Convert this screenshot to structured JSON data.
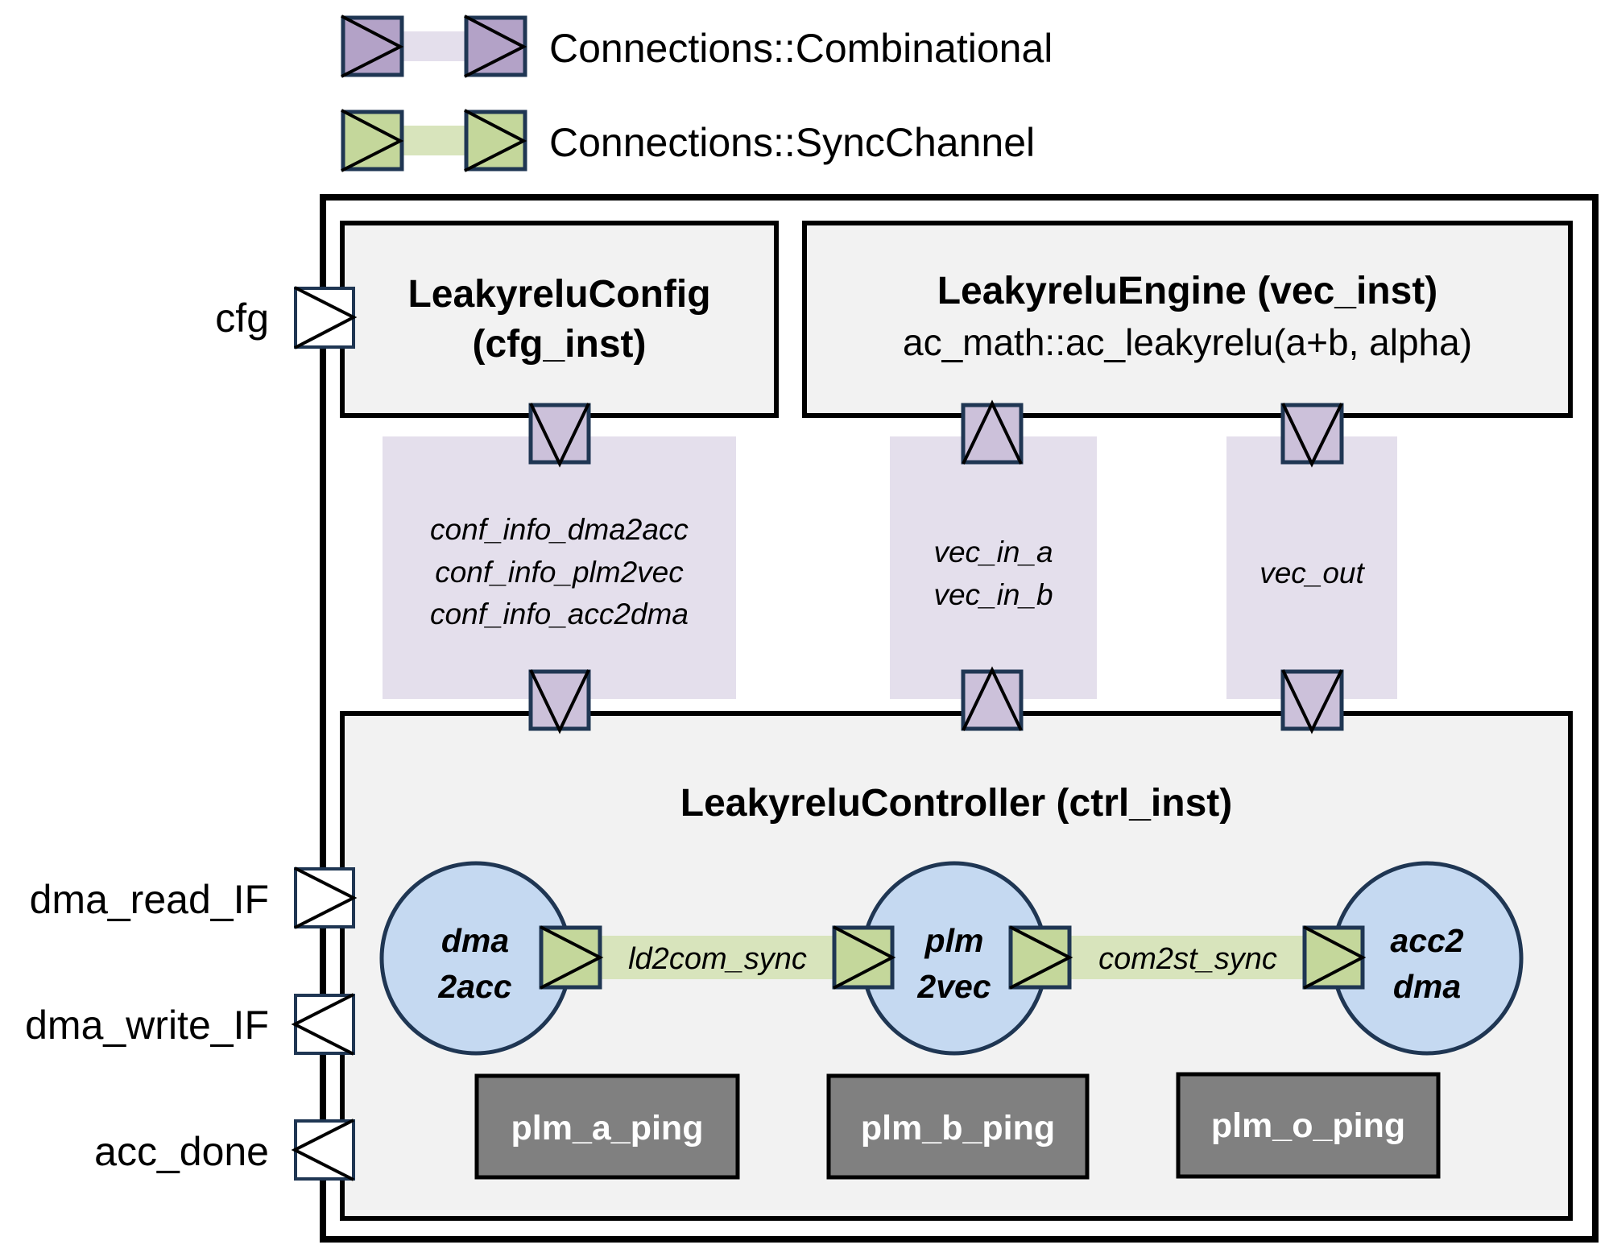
{
  "colors": {
    "combinational_port": "#ccc1da",
    "combinational_legend_port": "#b3a2c7",
    "combinational_channel": "#e4dfec",
    "sync_port": "#c4d79b",
    "sync_channel": "#d8e4bc",
    "module_fill": "#f2f2f2",
    "process_fill": "#c5d9f1",
    "memory_fill": "#808080",
    "port_border": "#1f3653"
  },
  "legend": [
    {
      "kind": "combinational",
      "label": "Connections::Combinational"
    },
    {
      "kind": "sync",
      "label": "Connections::SyncChannel"
    }
  ],
  "top_ports": [
    {
      "label": "cfg",
      "direction": "in"
    },
    {
      "label": "dma_read_IF",
      "direction": "in"
    },
    {
      "label": "dma_write_IF",
      "direction": "out"
    },
    {
      "label": "acc_done",
      "direction": "out"
    }
  ],
  "modules": {
    "config": {
      "title_line1": "LeakyreluConfig",
      "title_line2": "(cfg_inst)"
    },
    "engine": {
      "title": "LeakyreluEngine (vec_inst)",
      "subtitle": "ac_math::ac_leakyrelu(a+b, alpha)"
    },
    "controller": {
      "title": "LeakyreluController (ctrl_inst)"
    }
  },
  "channels": {
    "config_channel": {
      "lines": [
        "conf_info_dma2acc",
        "conf_info_plm2vec",
        "conf_info_acc2dma"
      ],
      "direction": "down"
    },
    "vec_in_channel": {
      "lines": [
        "vec_in_a",
        "vec_in_b"
      ],
      "direction": "up"
    },
    "vec_out_channel": {
      "lines": [
        "vec_out"
      ],
      "direction": "down"
    }
  },
  "processes": [
    {
      "line1": "dma",
      "line2": "2acc"
    },
    {
      "line1": "plm",
      "line2": "2vec"
    },
    {
      "line1": "acc2",
      "line2": "dma"
    }
  ],
  "sync_channels": [
    {
      "label": "ld2com_sync"
    },
    {
      "label": "com2st_sync"
    }
  ],
  "memories": [
    {
      "label": "plm_a_ping"
    },
    {
      "label": "plm_b_ping"
    },
    {
      "label": "plm_o_ping"
    }
  ]
}
